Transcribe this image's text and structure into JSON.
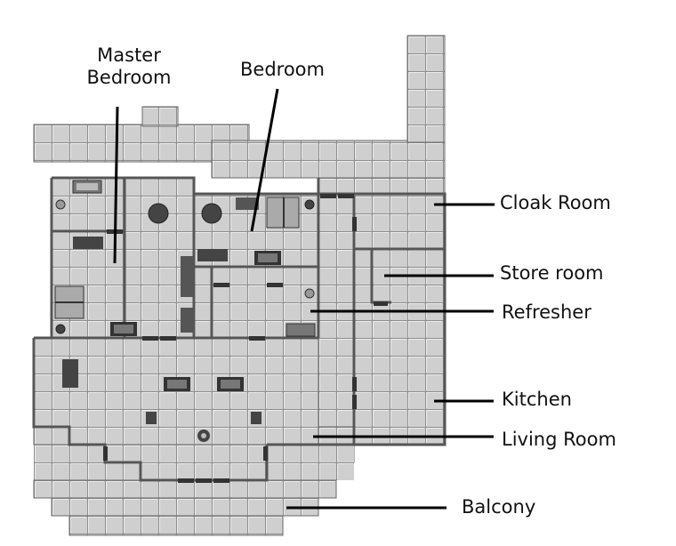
{
  "map": {
    "rooms": [
      {
        "id": "master-bedroom",
        "label": "Master\nBedroom"
      },
      {
        "id": "bedroom",
        "label": "Bedroom"
      },
      {
        "id": "cloak-room",
        "label": "Cloak Room"
      },
      {
        "id": "store-room",
        "label": "Store room"
      },
      {
        "id": "refresher",
        "label": "Refresher"
      },
      {
        "id": "kitchen",
        "label": "Kitchen"
      },
      {
        "id": "living-room",
        "label": "Living Room"
      },
      {
        "id": "balcony",
        "label": "Balcony"
      }
    ],
    "colors": {
      "tile": "#cfcfcf",
      "grout": "#8e8e8e",
      "wall": "#555555",
      "door": "#333333",
      "furniture": "#444444",
      "leader": "#000000"
    }
  }
}
